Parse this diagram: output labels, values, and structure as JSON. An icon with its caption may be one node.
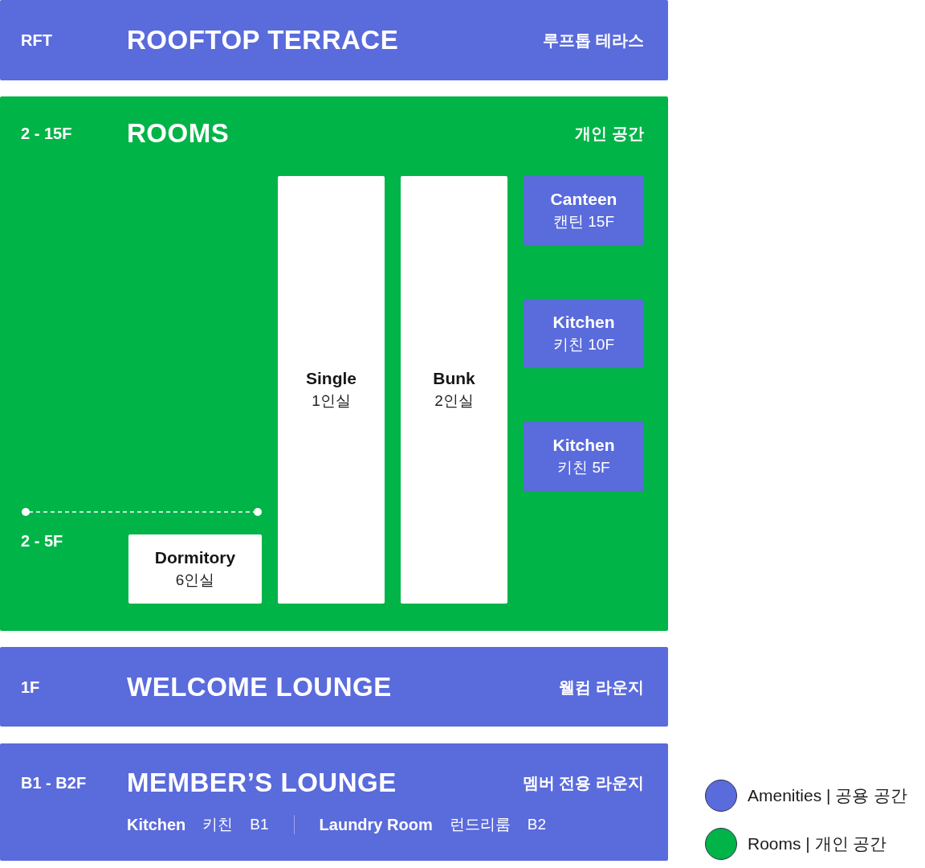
{
  "diagram": {
    "nodes": [
      {
        "text": [
          "RFT",
          "ROOFTOP TERRACE",
          "루프톱 테라스"
        ]
      },
      {
        "text": [
          "2 - 15F",
          "ROOMS",
          "개인 공간"
        ]
      },
      {
        "text": [
          "Dormitory",
          "6인실"
        ],
        "in": 1
      },
      {
        "text": [
          "Single",
          "1인실"
        ],
        "in": 1
      },
      {
        "text": [
          "Bunk",
          "2인실"
        ],
        "in": 1
      },
      {
        "text": [
          "Canteen",
          "캔틴 15F"
        ],
        "in": 1
      },
      {
        "text": [
          "Kitchen",
          "키친 10F"
        ],
        "in": 1
      },
      {
        "text": [
          "Kitchen",
          "키친 5F"
        ],
        "in": 1
      },
      {
        "text": [
          "1F",
          "WELCOME LOUNGE",
          "웰컴 라운지"
        ]
      },
      {
        "text": [
          "B1 - B2F",
          "MEMBER’S LOUNGE",
          "멤버 전용 라운지",
          "Kitchen",
          "키친",
          "B1",
          "Laundry Room",
          "런드리룸",
          "B2"
        ]
      }
    ],
    "labels": [
      "2 - 5F"
    ],
    "legend": [
      {
        "text": "Amenities | 공용 공간",
        "color": "#5a6bdc"
      },
      {
        "text": "Rooms | 개인 공간",
        "color": "#00b447"
      }
    ]
  }
}
